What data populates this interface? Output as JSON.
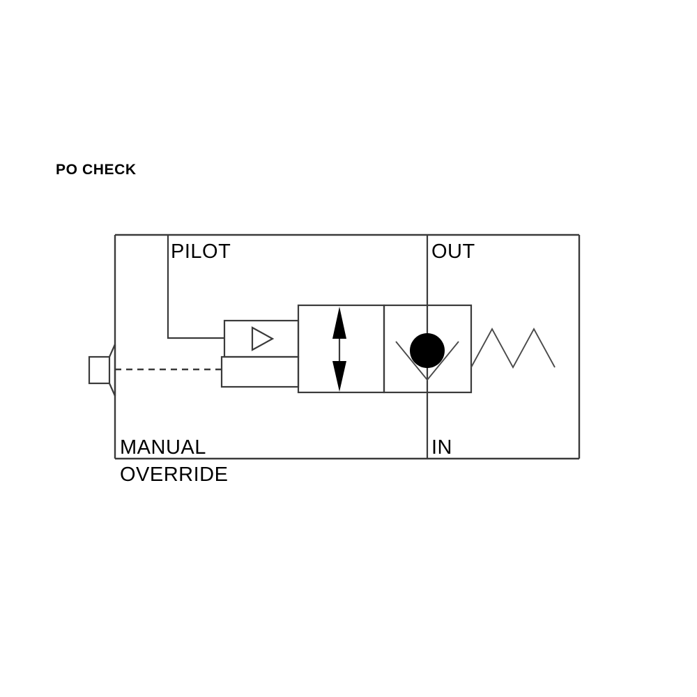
{
  "diagram": {
    "title": "PO CHECK",
    "type": "hydraulic-schematic",
    "description": "Pilot operated check valve schematic symbol",
    "colors": {
      "line": "#3a3a3a",
      "fill": "#000000",
      "background": "#ffffff"
    },
    "labels": {
      "pilot_port": "PILOT",
      "out_port": "OUT",
      "in_port": "IN",
      "manual_line1": "MANUAL",
      "manual_line2": "OVERRIDE"
    },
    "symbols": {
      "manual_override": "manual-override-plunger",
      "pilot_actuator": "pilot-triangle",
      "flow_arrow": "double-headed-vertical-arrow",
      "check_ball": "ball-on-seat",
      "spring": "zigzag-spring"
    }
  }
}
